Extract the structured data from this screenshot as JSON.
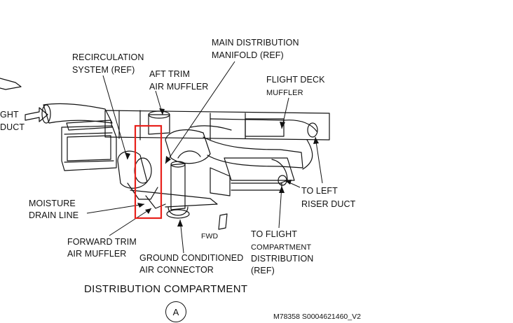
{
  "labels": {
    "recirculation_1": "RECIRCULATION",
    "recirculation_2": "SYSTEM (REF)",
    "aft_trim_1": "AFT TRIM",
    "aft_trim_2": "AIR MUFFLER",
    "main_dist_1": "MAIN DISTRIBUTION",
    "main_dist_2": "MANIFOLD (REF)",
    "flight_deck_1": "FLIGHT DECK",
    "flight_deck_2": "MUFFLER",
    "right_duct_1": "GHT",
    "right_duct_2": "DUCT",
    "moisture_1": "MOISTURE",
    "moisture_2": "DRAIN LINE",
    "forward_trim_1": "FORWARD TRIM",
    "forward_trim_2": "AIR MUFFLER",
    "ground_1": "GROUND CONDITIONED",
    "ground_2": "AIR CONNECTOR",
    "fwd": "FWD",
    "to_flight_1": "TO FLIGHT",
    "to_flight_2": "COMPARTMENT",
    "to_flight_3": "DISTRIBUTION",
    "to_flight_4": "(REF)",
    "left_riser_1": "TO LEFT",
    "left_riser_2": "RISER DUCT"
  },
  "title": "DISTRIBUTION COMPARTMENT",
  "view_letter": "A",
  "figure_id": "M78358 S0004621460_V2",
  "colors": {
    "line": "#111111",
    "highlight": "#e8201a"
  }
}
